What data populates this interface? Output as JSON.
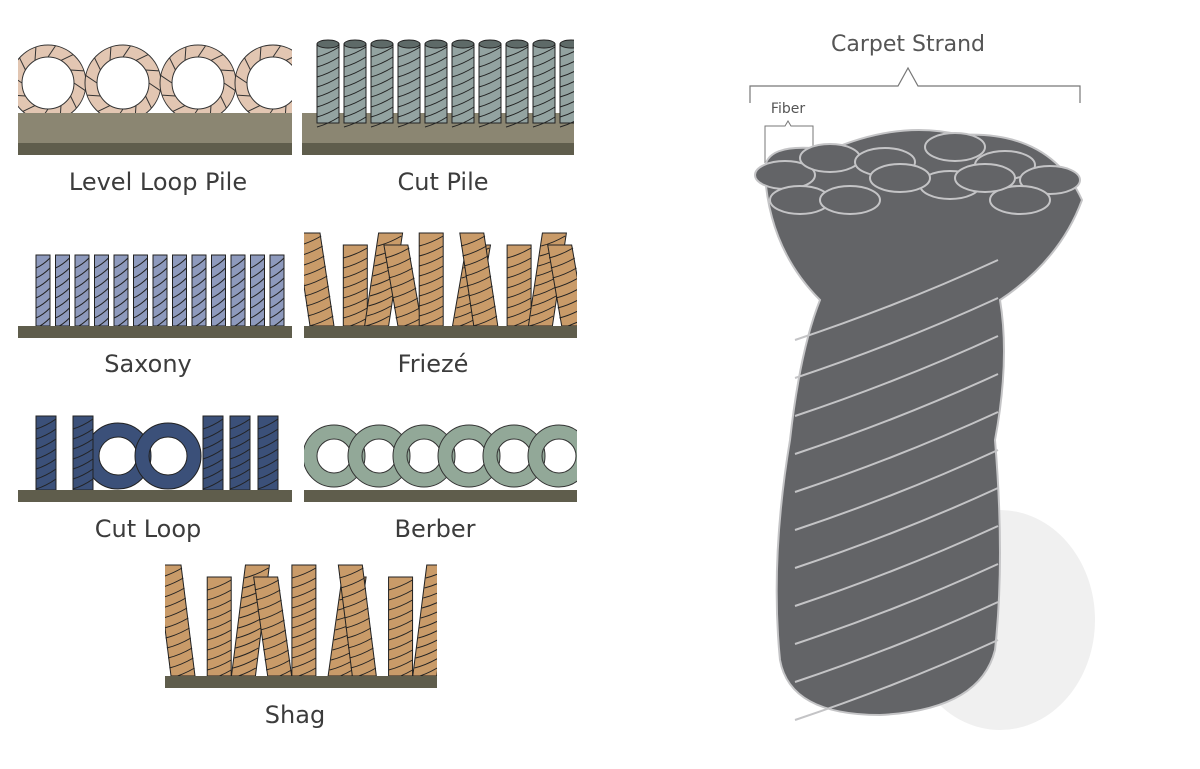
{
  "pile_types": [
    {
      "name": "Level Loop Pile",
      "color": "#e2c6b2",
      "style": "loop"
    },
    {
      "name": "Cut Pile",
      "color": "#93a3a1",
      "style": "cut"
    },
    {
      "name": "Saxony",
      "color": "#8e9abd",
      "style": "saxony"
    },
    {
      "name": "Friezé",
      "color": "#c99b69",
      "style": "frieze"
    },
    {
      "name": "Cut Loop",
      "color": "#3b5079",
      "style": "cutloop"
    },
    {
      "name": "Berber",
      "color": "#92a898",
      "style": "berber"
    },
    {
      "name": "Shag",
      "color": "#c99b69",
      "style": "shag"
    }
  ],
  "strand_diagram": {
    "title": "Carpet Strand",
    "fiber_label": "Fiber",
    "strand_color": "#636467",
    "outline_color": "#c4c4c6"
  },
  "backing_color": "#5f5d4c"
}
